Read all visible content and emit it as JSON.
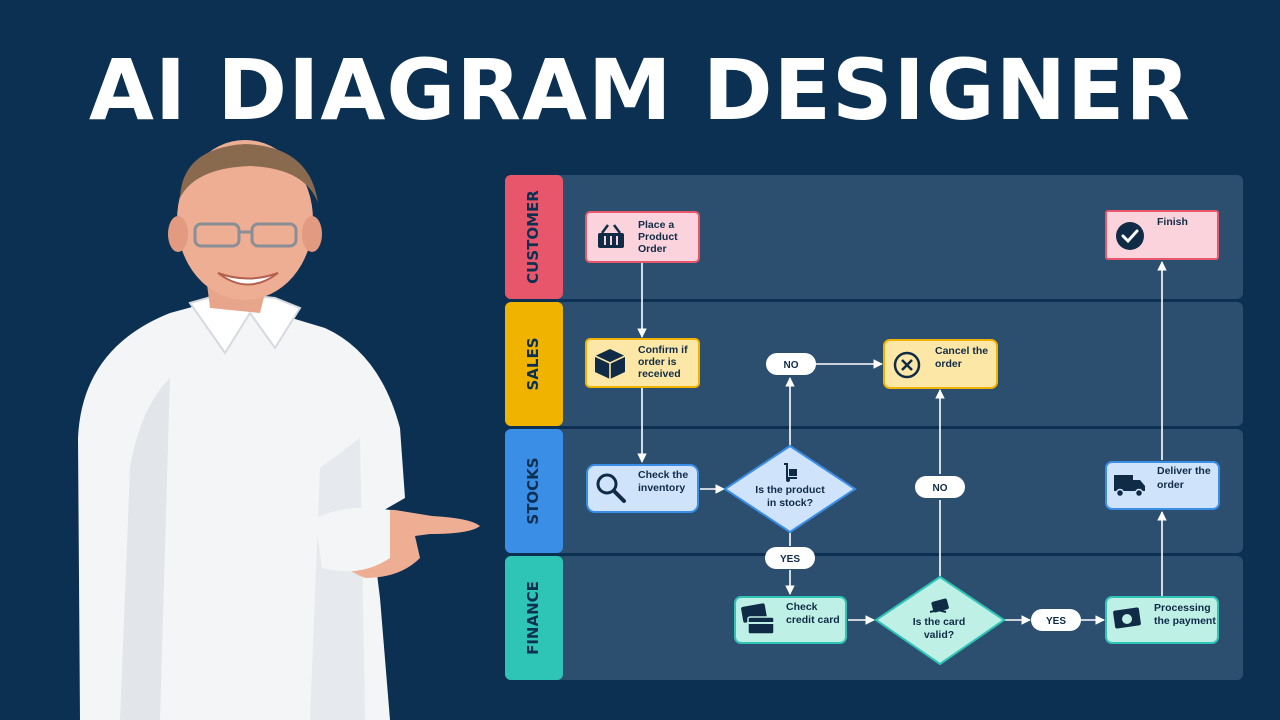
{
  "title": "AI DIAGRAM DESIGNER",
  "lanes": [
    {
      "label": "CUSTOMER",
      "color": "#e8566c"
    },
    {
      "label": "SALES",
      "color": "#f0b400"
    },
    {
      "label": "STOCKS",
      "color": "#3a8ee6"
    },
    {
      "label": "FINANCE",
      "color": "#2ec4b6"
    }
  ],
  "nodes": {
    "place_order": {
      "line1": "Place a",
      "line2": "Product",
      "line3": "Order",
      "icon": "basket-icon"
    },
    "confirm_order": {
      "line1": "Confirm if",
      "line2": "order is",
      "line3": "received",
      "icon": "box-icon"
    },
    "cancel_order": {
      "line1": "Cancel the",
      "line2": "order",
      "icon": "x-circle-icon"
    },
    "check_inventory": {
      "line1": "Check the",
      "line2": "inventory",
      "icon": "search-icon"
    },
    "in_stock": {
      "line1": "Is the product",
      "line2": "in stock?",
      "icon": "dolly-icon"
    },
    "check_card": {
      "line1": "Check",
      "line2": "credit card",
      "icon": "credit-card-icon"
    },
    "card_valid": {
      "line1": "Is the card",
      "line2": "valid?",
      "icon": "card-hand-icon"
    },
    "processing": {
      "line1": "Processing",
      "line2": "the payment",
      "icon": "money-icon"
    },
    "deliver": {
      "line1": "Deliver the",
      "line2": "order",
      "icon": "truck-icon"
    },
    "finish": {
      "line1": "Finish",
      "icon": "check-circle-icon"
    }
  },
  "labels": {
    "no_top": "NO",
    "no_mid": "NO",
    "yes_stock": "YES",
    "yes_card": "YES"
  },
  "colors": {
    "background": "#0b3052",
    "panel": "#2c4f70",
    "customer_fill": "#fbd3dc",
    "customer_border": "#e8566c",
    "sales_fill": "#fde7a6",
    "sales_border": "#f0b400",
    "stocks_fill": "#cfe3fb",
    "stocks_border": "#3a8ee6",
    "finance_fill": "#bff0e6",
    "finance_border": "#2ec4b6"
  }
}
